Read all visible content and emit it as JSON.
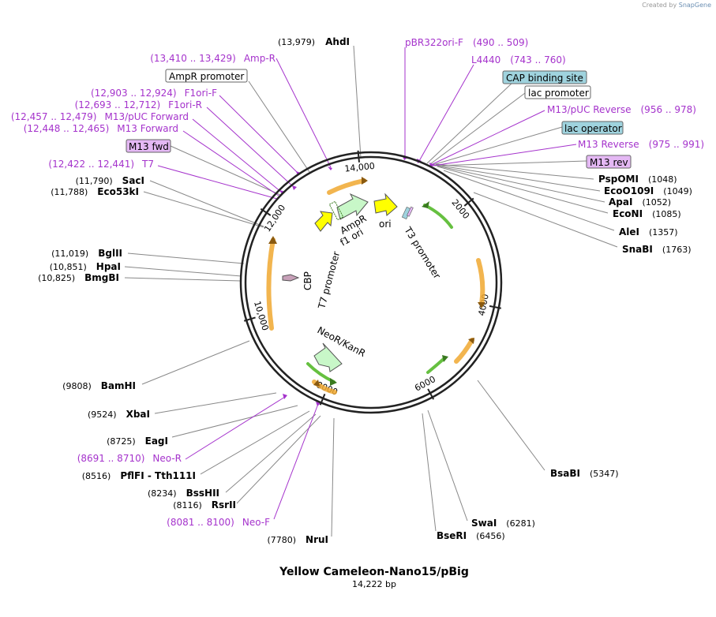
{
  "credit": {
    "prefix": "Created by",
    "brand": "SnapGene"
  },
  "plasmid": {
    "name": "Yellow Cameleon-Nano15/pBig",
    "length_text": "14,222 bp",
    "length_bp": 14222
  },
  "ticks": [
    {
      "bp": 2000,
      "label": "2000"
    },
    {
      "bp": 4000,
      "label": "4000"
    },
    {
      "bp": 6000,
      "label": "6000"
    },
    {
      "bp": 8000,
      "label": "8000"
    },
    {
      "bp": 10000,
      "label": "10,000"
    },
    {
      "bp": 12000,
      "label": "12,000"
    },
    {
      "bp": 14000,
      "label": "14,000"
    }
  ],
  "sites": [
    {
      "name": "AhdI",
      "pos": "(13,979)",
      "bp": 13979
    },
    {
      "name": "PspOMI",
      "pos": "(1048)",
      "bp": 1048
    },
    {
      "name": "EcoO109I",
      "pos": "(1049)",
      "bp": 1049
    },
    {
      "name": "ApaI",
      "pos": "(1052)",
      "bp": 1052
    },
    {
      "name": "EcoNI",
      "pos": "(1085)",
      "bp": 1085
    },
    {
      "name": "AleI",
      "pos": "(1357)",
      "bp": 1357
    },
    {
      "name": "SnaBI",
      "pos": "(1763)",
      "bp": 1763
    },
    {
      "name": "BsaBI",
      "pos": "(5347)",
      "bp": 5347
    },
    {
      "name": "SwaI",
      "pos": "(6281)",
      "bp": 6281
    },
    {
      "name": "BseRI",
      "pos": "(6456)",
      "bp": 6456
    },
    {
      "name": "NruI",
      "pos": "(7780)",
      "bp": 7780
    },
    {
      "name": "RsrII",
      "pos": "(8116)",
      "bp": 8116
    },
    {
      "name": "BssHII",
      "pos": "(8234)",
      "bp": 8234
    },
    {
      "name": "PflFI - Tth111I",
      "pos": "(8516)",
      "bp": 8516
    },
    {
      "name": "EagI",
      "pos": "(8725)",
      "bp": 8725
    },
    {
      "name": "XbaI",
      "pos": "(9524)",
      "bp": 9524
    },
    {
      "name": "BamHI",
      "pos": "(9808)",
      "bp": 9808
    },
    {
      "name": "BmgBI",
      "pos": "(10,825)",
      "bp": 10825
    },
    {
      "name": "HpaI",
      "pos": "(10,851)",
      "bp": 10851
    },
    {
      "name": "BglII",
      "pos": "(11,019)",
      "bp": 11019
    },
    {
      "name": "Eco53kI",
      "pos": "(11,788)",
      "bp": 11788
    },
    {
      "name": "SacI",
      "pos": "(11,790)",
      "bp": 11790
    }
  ],
  "primers": [
    {
      "name": "Amp-R",
      "range": "(13,410 .. 13,429)"
    },
    {
      "name": "pBR322ori-F",
      "range": "(490 .. 509)"
    },
    {
      "name": "L4440",
      "range": "(743 .. 760)"
    },
    {
      "name": "M13/pUC Reverse",
      "range": "(956 .. 978)"
    },
    {
      "name": "M13 Reverse",
      "range": "(975 .. 991)"
    },
    {
      "name": "F1ori-F",
      "range": "(12,903 .. 12,924)"
    },
    {
      "name": "F1ori-R",
      "range": "(12,693 .. 12,712)"
    },
    {
      "name": "M13/pUC Forward",
      "range": "(12,457 .. 12,479)"
    },
    {
      "name": "M13 Forward",
      "range": "(12,448 .. 12,465)"
    },
    {
      "name": "T7",
      "range": "(12,422 .. 12,441)"
    },
    {
      "name": "Neo-R",
      "range": "(8691 .. 8710)"
    },
    {
      "name": "Neo-F",
      "range": "(8081 .. 8100)"
    }
  ],
  "boxed_labels": [
    {
      "text": "AmpR promoter",
      "style": "white"
    },
    {
      "text": "CAP binding site",
      "style": "cyan"
    },
    {
      "text": "lac promoter",
      "style": "white"
    },
    {
      "text": "lac operator",
      "style": "cyan"
    },
    {
      "text": "M13 rev",
      "style": "violet"
    },
    {
      "text": "M13 fwd",
      "style": "violet"
    }
  ],
  "features": [
    {
      "name": "AmpR"
    },
    {
      "name": "f1 ori"
    },
    {
      "name": "ori"
    },
    {
      "name": "T3 promoter"
    },
    {
      "name": "CBP"
    },
    {
      "name": "T7 promoter"
    },
    {
      "name": "NeoR/KanR"
    }
  ],
  "colors": {
    "backbone": "#222222",
    "primer": "#a533cc",
    "leader": "#888888",
    "orf": "#f0a830",
    "orf_green": "#66c040",
    "ori": "#ffff00",
    "ampr": "#c8f7c8",
    "cyan_box": "#9fd3de",
    "violet_box": "#e4b8f4"
  }
}
